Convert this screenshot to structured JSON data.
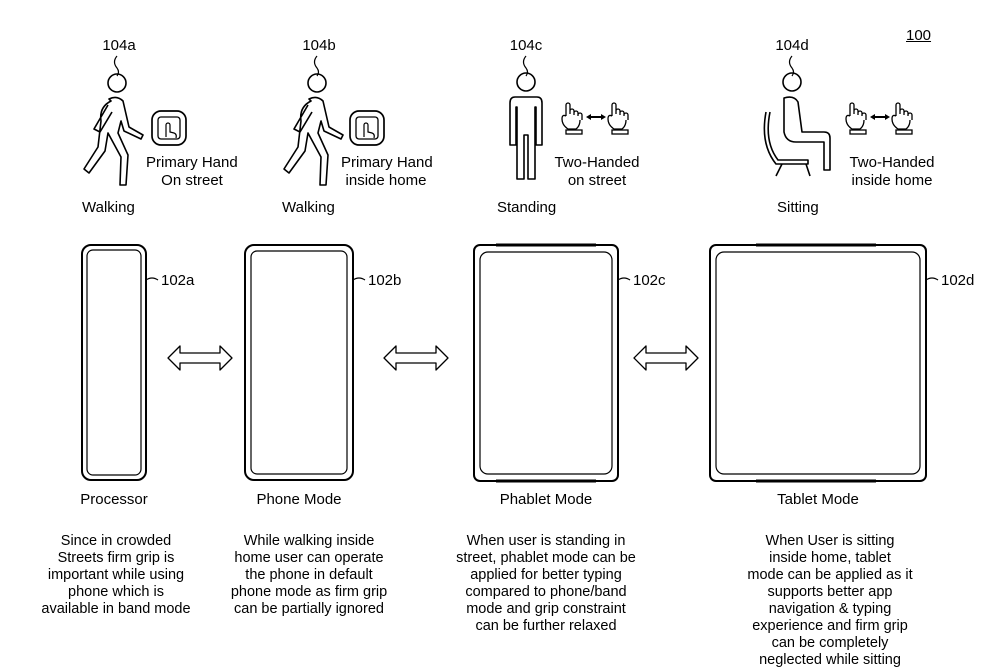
{
  "figure_ref": "100",
  "panels": [
    {
      "person_ref": "104a",
      "posture": "Walking",
      "hand_label_1": "Primary Hand",
      "hand_label_2": "On street",
      "device_ref": "102a",
      "mode_label": "Processor",
      "description": "Since in crowded\nStreets firm grip is\nimportant while using\nphone which is\navailable in band mode"
    },
    {
      "person_ref": "104b",
      "posture": "Walking",
      "hand_label_1": "Primary Hand",
      "hand_label_2": "inside home",
      "device_ref": "102b",
      "mode_label": "Phone Mode",
      "description": "While walking inside\nhome user can operate\nthe phone in default\nphone mode as firm grip\ncan be partially ignored"
    },
    {
      "person_ref": "104c",
      "posture": "Standing",
      "hand_label_1": "Two-Handed",
      "hand_label_2": "on street",
      "device_ref": "102c",
      "mode_label": "Phablet Mode",
      "description": "When user is standing in\nstreet, phablet mode can be\napplied for better typing\ncompared to phone/band\nmode and grip constraint\ncan be further relaxed"
    },
    {
      "person_ref": "104d",
      "posture": "Sitting",
      "hand_label_1": "Two-Handed",
      "hand_label_2": "inside home",
      "device_ref": "102d",
      "mode_label": "Tablet Mode",
      "description": "When User is sitting inside home, tablet\nmode can be applied as it supports better app\nnavigation & typing experience and firm grip\ncan be completely neglected while sitting"
    }
  ]
}
